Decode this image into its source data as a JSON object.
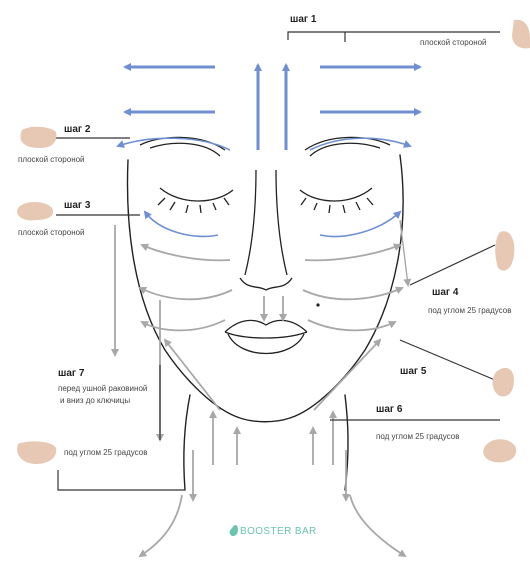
{
  "steps": [
    {
      "id": "1",
      "title": "шаг 1",
      "desc": "плоской стороной"
    },
    {
      "id": "2",
      "title": "шаг 2",
      "desc": "плоской стороной"
    },
    {
      "id": "3",
      "title": "шаг 3",
      "desc": "плоской стороной"
    },
    {
      "id": "4",
      "title": "шаг 4",
      "desc": "под углом 25 градусов"
    },
    {
      "id": "5",
      "title": "шаг 5",
      "desc": ""
    },
    {
      "id": "6",
      "title": "шаг 6",
      "desc": "под углом 25 градусов"
    },
    {
      "id": "7",
      "title": "шаг 7",
      "desc": "перед ушной раковиной",
      "desc2": "и вниз до ключицы"
    }
  ],
  "extra_desc": "под углом 25 градусов",
  "brand": "BOOSTER BAR",
  "colors": {
    "blue_arrow": "#6f8fd0",
    "grey_arrow": "#a8a8a8",
    "stone": "#e6c8b4",
    "line": "#222222",
    "brand": "#6cc4b0"
  }
}
